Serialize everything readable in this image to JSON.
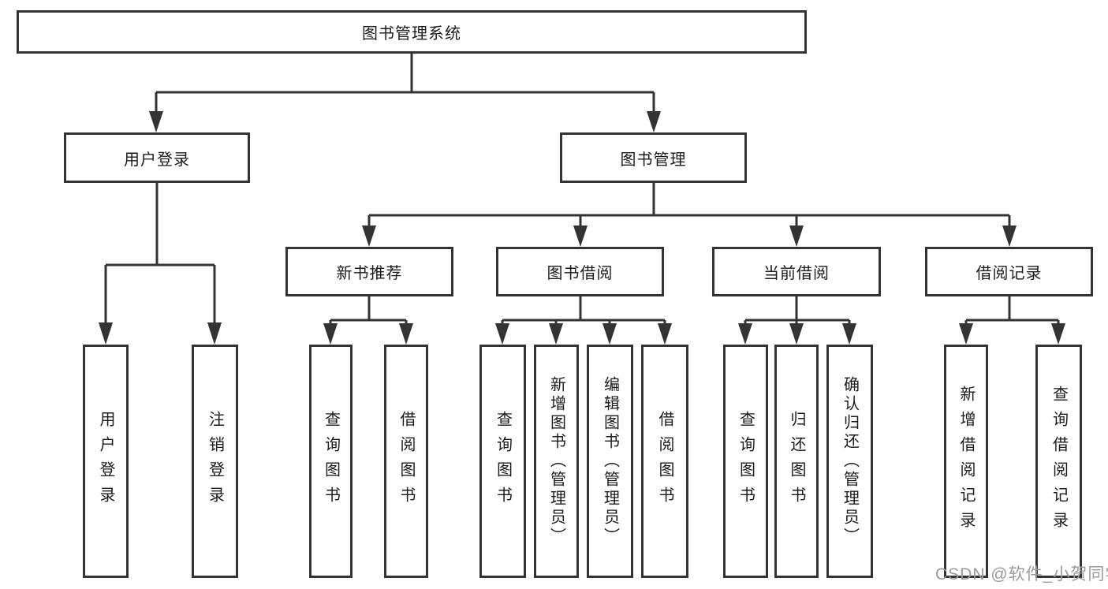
{
  "nodes": {
    "root": "图书管理系统",
    "l2_user_login": "用户登录",
    "l2_book_mgmt": "图书管理",
    "l3_new_book": "新书推荐",
    "l3_book_borrow": "图书借阅",
    "l3_current_borrow": "当前借阅",
    "l3_borrow_record": "借阅记录",
    "leaf_user_login": "用户登录",
    "leaf_logout": "注销登录",
    "leaf_nb_query": "查询图书",
    "leaf_nb_borrow": "借阅图书",
    "leaf_bb_query": "查询图书",
    "leaf_bb_add": "新增图书（管理员）",
    "leaf_bb_edit": "编辑图书（管理员）",
    "leaf_bb_borrow": "借阅图书",
    "leaf_cb_query": "查询图书",
    "leaf_cb_return": "归还图书",
    "leaf_cb_confirm": "确认归还（管理员）",
    "leaf_br_add": "新增借阅记录",
    "leaf_br_query": "查询借阅记录"
  },
  "hierarchy": {
    "图书管理系统": [
      "用户登录",
      "图书管理"
    ],
    "用户登录": [
      "用户登录",
      "注销登录"
    ],
    "图书管理": [
      "新书推荐",
      "图书借阅",
      "当前借阅",
      "借阅记录"
    ],
    "新书推荐": [
      "查询图书",
      "借阅图书"
    ],
    "图书借阅": [
      "查询图书",
      "新增图书（管理员）",
      "编辑图书（管理员）",
      "借阅图书"
    ],
    "当前借阅": [
      "查询图书",
      "归还图书",
      "确认归还（管理员）"
    ],
    "借阅记录": [
      "新增借阅记录",
      "查询借阅记录"
    ]
  },
  "watermark": "CSDN @软件_小贺同学",
  "colors": {
    "line": "#333333",
    "box_border": "#333333",
    "text": "#1b1b1b",
    "watermark": "#9c9c9c",
    "background": "#ffffff"
  }
}
